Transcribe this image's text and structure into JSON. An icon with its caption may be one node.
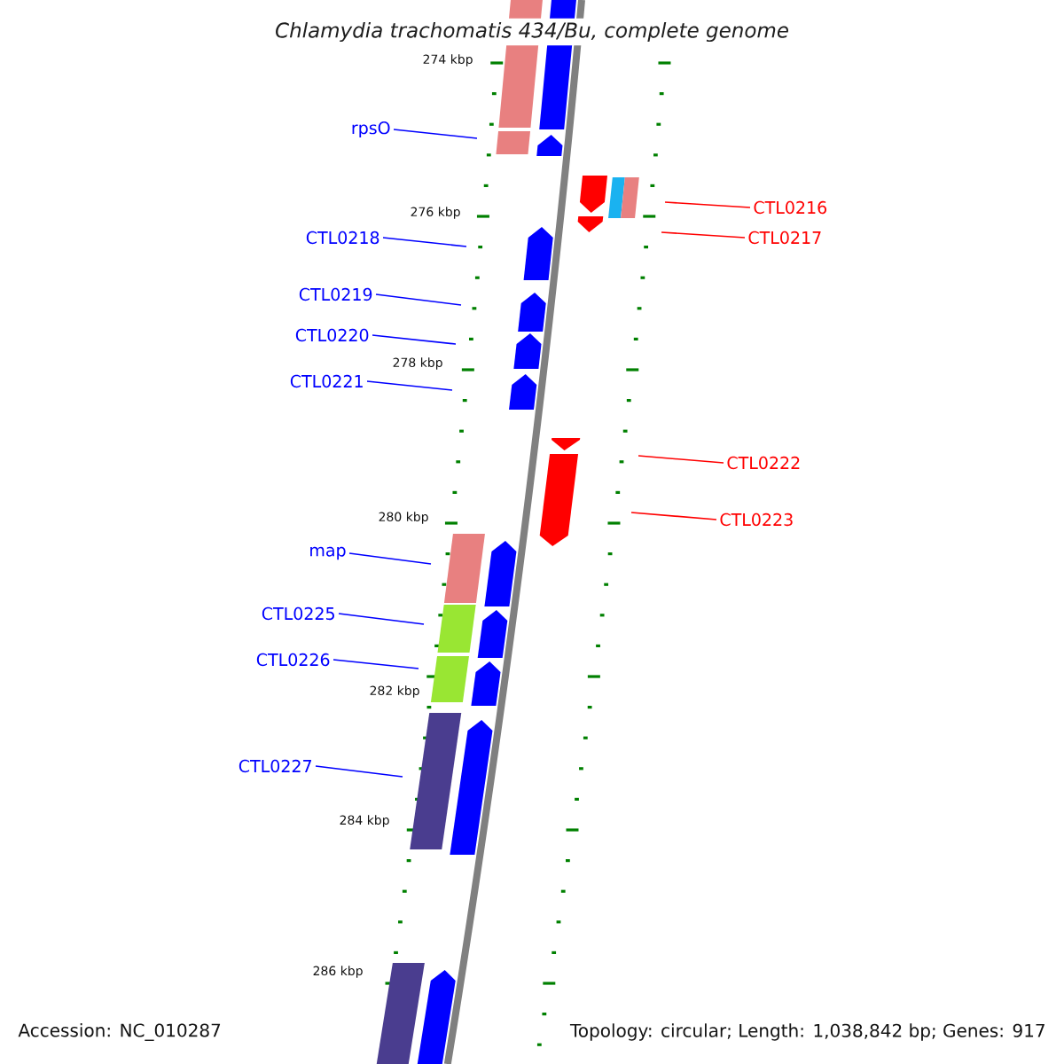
{
  "diagram": {
    "title": "Chlamydia trachomatis 434/Bu, complete genome",
    "nodes": [
      {
        "text": [
          "rpsO"
        ]
      },
      {
        "text": [
          "CTL0216"
        ]
      },
      {
        "text": [
          "CTL0217"
        ]
      },
      {
        "text": [
          "CTL0218"
        ]
      },
      {
        "text": [
          "CTL0219"
        ]
      },
      {
        "text": [
          "CTL0220"
        ]
      },
      {
        "text": [
          "CTL0221"
        ]
      },
      {
        "text": [
          "CTL0222"
        ]
      },
      {
        "text": [
          "CTL0223"
        ]
      },
      {
        "text": [
          "map"
        ]
      },
      {
        "text": [
          "CTL0225"
        ]
      },
      {
        "text": [
          "CTL0226"
        ]
      },
      {
        "text": [
          "CTL0227"
        ]
      }
    ],
    "edges": [
      {
        "from": 0,
        "to": null,
        "arrow": "none"
      },
      {
        "from": 1,
        "to": null,
        "arrow": "none",
        "color": "#ff0000"
      },
      {
        "from": 2,
        "to": null,
        "arrow": "none",
        "color": "#ff0000"
      },
      {
        "from": 3,
        "to": null,
        "arrow": "none"
      },
      {
        "from": 4,
        "to": null,
        "arrow": "none"
      },
      {
        "from": 5,
        "to": null,
        "arrow": "none"
      },
      {
        "from": 6,
        "to": null,
        "arrow": "none"
      },
      {
        "from": 7,
        "to": null,
        "arrow": "none",
        "color": "#ff0000"
      },
      {
        "from": 8,
        "to": null,
        "arrow": "none",
        "color": "#ff0000"
      },
      {
        "from": 9,
        "to": null,
        "arrow": "none"
      },
      {
        "from": 10,
        "to": null,
        "arrow": "none"
      },
      {
        "from": 11,
        "to": null,
        "arrow": "none"
      },
      {
        "from": 12,
        "to": null,
        "arrow": "none"
      }
    ],
    "labels": [
      "274 kbp",
      "276 kbp",
      "278 kbp",
      "280 kbp",
      "282 kbp",
      "284 kbp",
      "286 kbp",
      "Accession: NC_010287",
      "Topology: circular; Length: 1,038,842 bp; Genes: 917"
    ]
  }
}
